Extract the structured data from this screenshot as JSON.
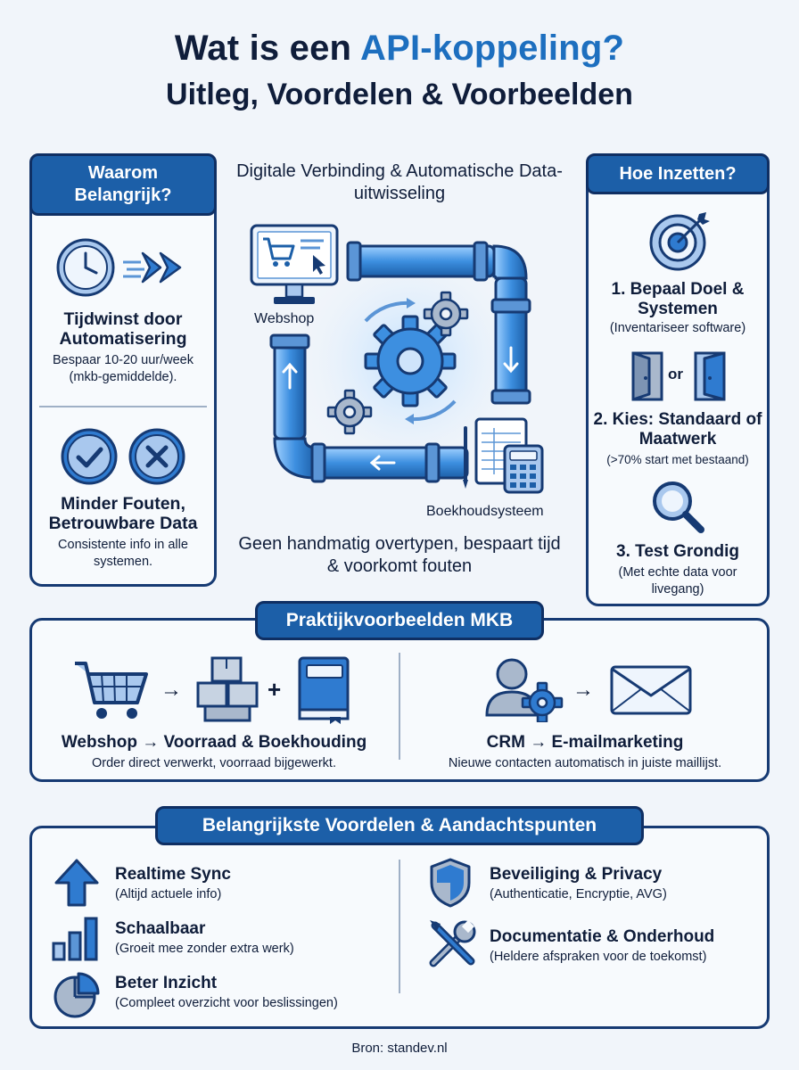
{
  "title": {
    "line1_prefix": "Wat is een",
    "line1_accent": "API-koppeling?",
    "line2": "Uitleg, Voordelen & Voorbeelden"
  },
  "left_panel": {
    "header": "Waarom Belangrijk?",
    "item1": {
      "title": "Tijdwinst door Automatisering",
      "desc": "Bespaar 10-20 uur/week (mkb-gemiddelde)."
    },
    "item2": {
      "title": "Minder Fouten, Betrouwbare Data",
      "desc": "Consistente info in alle systemen."
    }
  },
  "center": {
    "heading": "Digitale Verbinding & Automatische Data-uitwisseling",
    "webshop_label": "Webshop",
    "accounting_label": "Boekhoudsysteem",
    "caption": "Geen handmatig overtypen, bespaart tijd & voorkomt fouten"
  },
  "right_panel": {
    "header": "Hoe Inzetten?",
    "step1": {
      "title": "1. Bepaal Doel & Systemen",
      "desc": "(Inventariseer software)"
    },
    "or_label": "or",
    "step2": {
      "title": "2. Kies: Standaard of Maatwerk",
      "desc": "(>70% start met bestaand)"
    },
    "step3": {
      "title": "3. Test Grondig",
      "desc": "(Met echte data voor livegang)"
    }
  },
  "examples": {
    "header": "Praktijkvoorbeelden MKB",
    "arrow": "→",
    "plus": "+",
    "ex1": {
      "title": "Webshop → Voorraad & Boekhouding",
      "desc": "Order direct verwerkt, voorraad bijgewerkt."
    },
    "ex2": {
      "title": "CRM → E-mailmarketing",
      "desc": "Nieuwe contacten automatisch in juiste maillijst."
    }
  },
  "benefits": {
    "header": "Belangrijkste Voordelen & Aandachtspunten",
    "items": [
      {
        "title": "Realtime Sync",
        "desc": "(Altijd actuele info)",
        "icon": "up-arrow-icon"
      },
      {
        "title": "Schaalbaar",
        "desc": "(Groeit mee zonder extra werk)",
        "icon": "bar-chart-icon"
      },
      {
        "title": "Beter Inzicht",
        "desc": "(Compleet overzicht voor beslissingen)",
        "icon": "pie-chart-icon"
      },
      {
        "title": "Beveiliging & Privacy",
        "desc": "(Authenticatie, Encryptie, AVG)",
        "icon": "shield-icon"
      },
      {
        "title": "Documentatie & Onderhoud",
        "desc": "(Heldere afspraken voor de toekomst)",
        "icon": "tools-icon"
      }
    ]
  },
  "source": "Bron: standev.nl",
  "colors": {
    "navy": "#0f1d3a",
    "accent": "#1d6fbf",
    "pill": "#1c5fa8",
    "border": "#163a73",
    "icon_light": "#a9c8ee",
    "icon_mid": "#5b95d6"
  }
}
